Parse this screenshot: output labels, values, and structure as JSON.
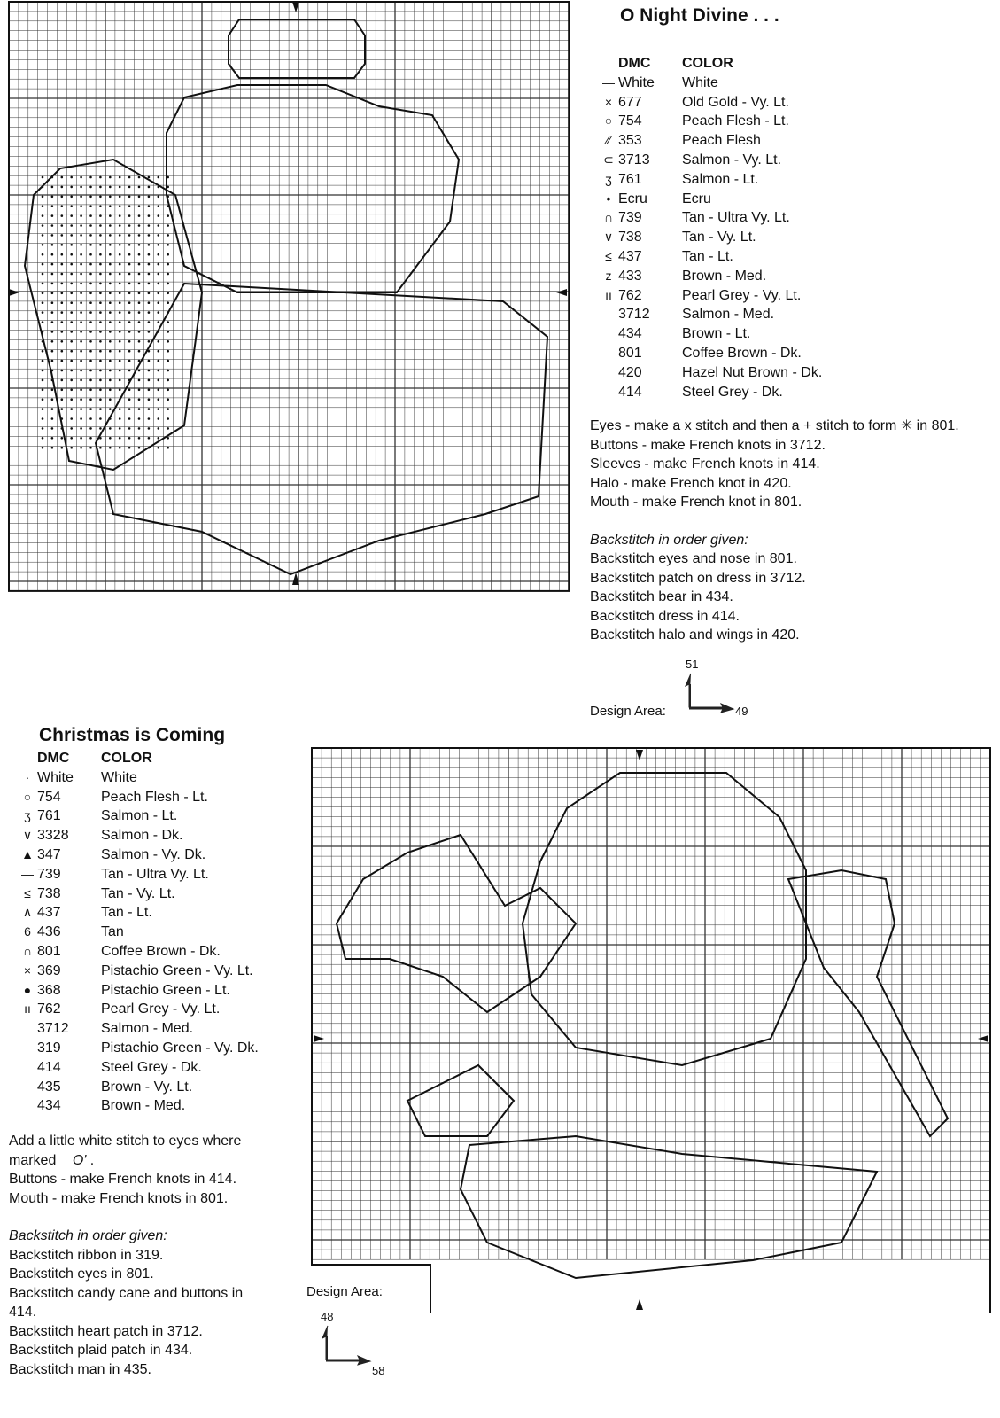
{
  "chart1": {
    "title": "O Night Divine . . .",
    "header": {
      "dmc": "DMC",
      "color": "COLOR"
    },
    "legend": [
      {
        "sym": "—",
        "dmc": "White",
        "color": "White"
      },
      {
        "sym": "×",
        "dmc": "677",
        "color": "Old Gold - Vy. Lt."
      },
      {
        "sym": "○",
        "dmc": "754",
        "color": "Peach Flesh - Lt."
      },
      {
        "sym": "⁄⁄",
        "dmc": "353",
        "color": "Peach Flesh"
      },
      {
        "sym": "⊂",
        "dmc": "3713",
        "color": "Salmon - Vy. Lt."
      },
      {
        "sym": "ʒ",
        "dmc": "761",
        "color": "Salmon - Lt."
      },
      {
        "sym": "•",
        "dmc": "Ecru",
        "color": "Ecru"
      },
      {
        "sym": "∩",
        "dmc": "739",
        "color": "Tan - Ultra Vy. Lt."
      },
      {
        "sym": "∨",
        "dmc": "738",
        "color": "Tan - Vy. Lt."
      },
      {
        "sym": "≤",
        "dmc": "437",
        "color": "Tan - Lt."
      },
      {
        "sym": "z",
        "dmc": "433",
        "color": "Brown - Med."
      },
      {
        "sym": "ıı",
        "dmc": "762",
        "color": "Pearl Grey - Vy. Lt."
      },
      {
        "sym": "",
        "dmc": "3712",
        "color": "Salmon - Med."
      },
      {
        "sym": "",
        "dmc": "434",
        "color": "Brown - Lt."
      },
      {
        "sym": "",
        "dmc": "801",
        "color": "Coffee Brown - Dk."
      },
      {
        "sym": "",
        "dmc": "420",
        "color": "Hazel Nut Brown - Dk."
      },
      {
        "sym": "",
        "dmc": "414",
        "color": "Steel Grey - Dk."
      }
    ],
    "notes": [
      "Eyes - make a x stitch and then a + stitch to form ✳ in 801.",
      "Buttons - make French knots in 3712.",
      "Sleeves - make French knots in 414.",
      "Halo - make French knot in 420.",
      "Mouth - make French knot in 801."
    ],
    "backstitch_heading": "Backstitch in order given:",
    "backstitch": [
      "Backstitch eyes and nose in 801.",
      "Backstitch patch on dress in 3712.",
      "Backstitch bear in 434.",
      "Backstitch dress in 414.",
      "Backstitch halo and wings in 420."
    ],
    "design_area_label": "Design Area:",
    "design_area_h": "51",
    "design_area_w": "49"
  },
  "chart2": {
    "title": "Christmas is Coming",
    "header": {
      "dmc": "DMC",
      "color": "COLOR"
    },
    "legend": [
      {
        "sym": "·",
        "dmc": "White",
        "color": "White"
      },
      {
        "sym": "○",
        "dmc": "754",
        "color": "Peach Flesh - Lt."
      },
      {
        "sym": "ʒ",
        "dmc": "761",
        "color": "Salmon - Lt."
      },
      {
        "sym": "∨",
        "dmc": "3328",
        "color": "Salmon - Dk."
      },
      {
        "sym": "▲",
        "dmc": "347",
        "color": "Salmon - Vy. Dk."
      },
      {
        "sym": "—",
        "dmc": "739",
        "color": "Tan - Ultra Vy. Lt."
      },
      {
        "sym": "≤",
        "dmc": "738",
        "color": "Tan - Vy. Lt."
      },
      {
        "sym": "∧",
        "dmc": "437",
        "color": "Tan - Lt."
      },
      {
        "sym": "6",
        "dmc": "436",
        "color": "Tan"
      },
      {
        "sym": "∩",
        "dmc": "801",
        "color": "Coffee Brown - Dk."
      },
      {
        "sym": "×",
        "dmc": "369",
        "color": "Pistachio Green - Vy. Lt."
      },
      {
        "sym": "●",
        "dmc": "368",
        "color": "Pistachio Green - Lt."
      },
      {
        "sym": "ıı",
        "dmc": "762",
        "color": "Pearl Grey - Vy. Lt."
      },
      {
        "sym": "",
        "dmc": "3712",
        "color": "Salmon - Med."
      },
      {
        "sym": "",
        "dmc": "319",
        "color": "Pistachio Green - Vy. Dk."
      },
      {
        "sym": "",
        "dmc": "414",
        "color": "Steel Grey - Dk."
      },
      {
        "sym": "",
        "dmc": "435",
        "color": "Brown - Vy. Lt."
      },
      {
        "sym": "",
        "dmc": "434",
        "color": "Brown - Med."
      }
    ],
    "notes_line1": "Add a little white stitch to eyes where",
    "notes_line2": "marked",
    "notes_mark": "O'",
    "notes": [
      "Buttons - make French knots in 414.",
      "Mouth - make French knots in 801."
    ],
    "backstitch_heading": "Backstitch in order given:",
    "backstitch": [
      "Backstitch ribbon in 319.",
      "Backstitch eyes in 801.",
      "Backstitch candy cane and buttons in",
      "414.",
      "Backstitch heart patch in 3712.",
      "Backstitch plaid patch in 434.",
      "Backstitch man in 435."
    ],
    "design_area_label": "Design Area:",
    "design_area_h": "48",
    "design_area_w": "58"
  }
}
